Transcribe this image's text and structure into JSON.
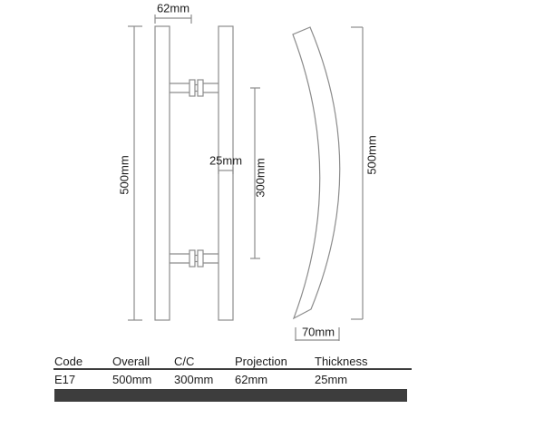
{
  "drawing": {
    "front_view": {
      "width_label": "62mm",
      "overall_label": "500mm",
      "thickness_label": "25mm",
      "centres_label": "300mm"
    },
    "side_view": {
      "overall_label": "500mm",
      "bow_label": "70mm"
    }
  },
  "table": {
    "headers": [
      "Code",
      "Overall",
      "C/C",
      "Projection",
      "Thickness"
    ],
    "rows": [
      [
        "E17",
        "500mm",
        "300mm",
        "62mm",
        "25mm"
      ]
    ]
  },
  "colors": {
    "line_gray": "#8c8c8c",
    "text_dark": "#1c1c1c",
    "bar_dark": "#3d3d3d",
    "background": "#ffffff"
  }
}
